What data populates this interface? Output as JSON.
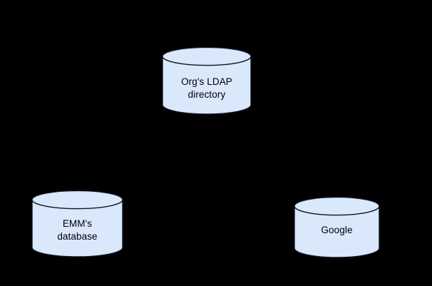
{
  "diagram": {
    "background_color": "#000000",
    "node_fill_color": "#dae8fc",
    "node_stroke_color": "#0f1420",
    "label_color": "#000000",
    "nodes": [
      {
        "id": "ldap",
        "shape": "cylinder",
        "icon": "database-cylinder-icon",
        "label": "Org's LDAP\ndirectory",
        "label_line_1": "Org's LDAP",
        "label_line_2": "directory"
      },
      {
        "id": "emm",
        "shape": "cylinder",
        "icon": "database-cylinder-icon",
        "label": "EMM's\ndatabase",
        "label_line_1": "EMM's",
        "label_line_2": "database"
      },
      {
        "id": "google",
        "shape": "cylinder",
        "icon": "database-cylinder-icon",
        "label": "Google",
        "label_line_1": "Google",
        "label_line_2": ""
      }
    ],
    "connectors": []
  }
}
